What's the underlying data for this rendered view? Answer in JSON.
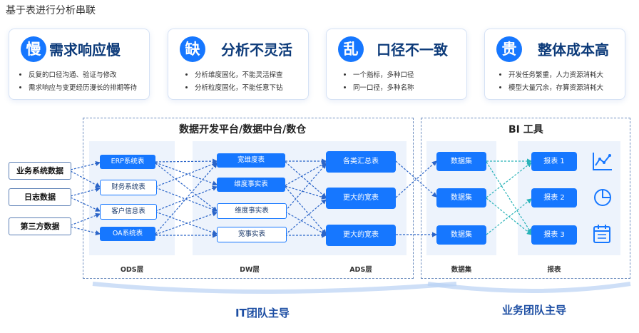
{
  "page_title": "基于表进行分析串联",
  "cards": [
    {
      "badge": "慢",
      "title": "需求响应慢",
      "bullets": [
        "反复的口径沟通、验证与修改",
        "需求响应与变更经历漫长的排期等待"
      ]
    },
    {
      "badge": "缺",
      "title": "分析不灵活",
      "bullets": [
        "分析维度固化，不能灵活探查",
        "分析粒度固化，不能任意下钻"
      ]
    },
    {
      "badge": "乱",
      "title": "口径不一致",
      "bullets": [
        "一个指标，多种口径",
        "同一口径，多种名称"
      ]
    },
    {
      "badge": "贵",
      "title": "整体成本高",
      "bullets": [
        "开发任务繁重，人力资源消耗大",
        "模型大量冗余，存算资源消耗大"
      ]
    }
  ],
  "platform_title": "数据开发平台/数据中台/数仓",
  "bi_title": "BI 工具",
  "sources": [
    "业务系统数据",
    "日志数据",
    "第三方数据"
  ],
  "ods": {
    "label": "ODS层",
    "tables": [
      "ERP系统表",
      "财务系统表",
      "客户信息表",
      "OA系统表"
    ]
  },
  "dw": {
    "label": "DW层",
    "tables": [
      "宽维度表",
      "维度事实表",
      "维度事实表",
      "宽事实表"
    ]
  },
  "ads": {
    "label": "ADS层",
    "tables": [
      "各类汇总表",
      "更大的宽表",
      "更大的宽表"
    ]
  },
  "datasets": {
    "label": "数据集",
    "items": [
      "数据集",
      "数据集",
      "数据集"
    ]
  },
  "reports": {
    "label": "报表",
    "items": [
      "报表 1",
      "报表 2",
      "报表 3"
    ]
  },
  "report_icons": [
    "line-chart-icon",
    "pie-chart-icon",
    "calendar-icon"
  ],
  "bottom_labels": {
    "it": "IT团队主导",
    "business": "业务团队主导"
  },
  "colors": {
    "primary": "#1677ff",
    "dark_title": "#0d3b7a",
    "zone": "#edf3fc",
    "line": "#2a64c8"
  }
}
